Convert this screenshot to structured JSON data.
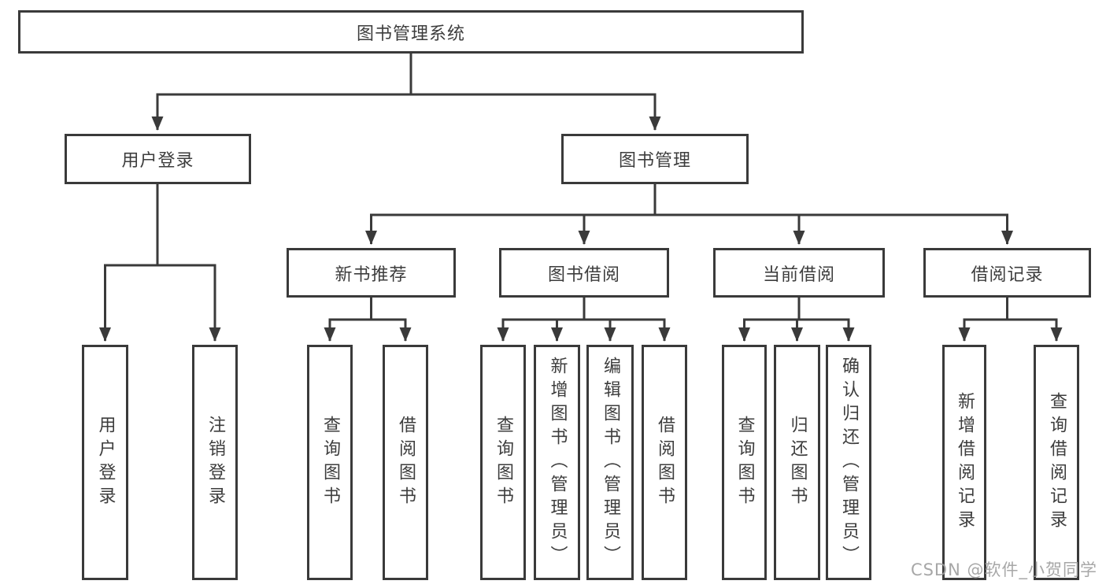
{
  "diagram": {
    "root": {
      "label": "图书管理系统"
    },
    "level2": [
      {
        "label": "用户登录"
      },
      {
        "label": "图书管理"
      }
    ],
    "level3": [
      {
        "label": "新书推荐"
      },
      {
        "label": "图书借阅"
      },
      {
        "label": "当前借阅"
      },
      {
        "label": "借阅记录"
      }
    ],
    "leaves": {
      "user_login": [
        "用户登录",
        "注销登录"
      ],
      "new_book_recommend": [
        "查询图书",
        "借阅图书"
      ],
      "book_borrow": [
        "查询图书",
        "新增图书（管理员）",
        "编辑图书（管理员）",
        "借阅图书"
      ],
      "current_borrow": [
        "查询图书",
        "归还图书",
        "确认归还（管理员）"
      ],
      "borrow_records": [
        "新增借阅记录",
        "查询借阅记录"
      ]
    }
  },
  "watermark": "CSDN @软件_小贺同学",
  "colors": {
    "line": "#3a3a3a",
    "text": "#3d3d3d",
    "watermark": "#9e9e9e",
    "background": "#ffffff"
  }
}
